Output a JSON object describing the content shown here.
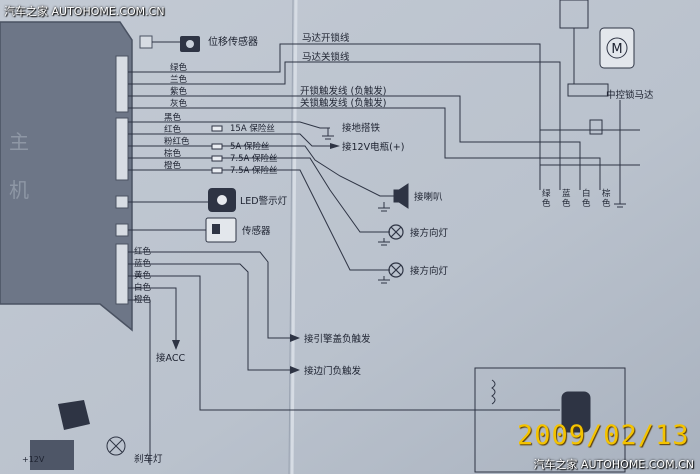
{
  "watermark": {
    "top": "汽车之家 AUTOHOME.COM.CN",
    "bottom": "汽车之家 AUTOHOME.COM.CN"
  },
  "date_stamp": "2009/02/13",
  "main_unit": {
    "label": [
      "主",
      "机"
    ]
  },
  "components": {
    "position_sensor": "位移传感器",
    "led_indicator": "LED警示灯",
    "sensor": "传感器",
    "central_lock_motor": "中控锁马达",
    "motor_symbol": "M",
    "brake_lamp": "刹车灯"
  },
  "wires": {
    "group1": [
      "绿色",
      "兰色",
      "紫色",
      "灰色"
    ],
    "group2": [
      "黑色",
      "红色",
      "粉红色",
      "棕色",
      "橙色"
    ],
    "group3": [
      "红色",
      "蓝色",
      "黄色",
      "白色",
      "橙色"
    ]
  },
  "fuses": [
    "15A 保险丝",
    "5A 保险丝",
    "7.5A 保险丝",
    "7.5A 保险丝"
  ],
  "connections": {
    "motor_open": "马达开锁线",
    "motor_close": "马达关锁线",
    "unlock_trigger": "开锁触发线 (负触发)",
    "lock_trigger": "关锁触发线 (负触发)",
    "ground": "接地搭铁",
    "battery": "接12V电瓶(+)",
    "horn": "接喇叭",
    "turn_signal_1": "接方向灯",
    "turn_signal_2": "接方向灯",
    "hood_trigger": "接引擎盖负触发",
    "door_trigger": "接边门负触发",
    "acc": "接ACC"
  },
  "lock_wire_colors": [
    "绿色",
    "蓝色",
    "白色",
    "棕色"
  ],
  "bottom_labels": [
    "+12V"
  ]
}
